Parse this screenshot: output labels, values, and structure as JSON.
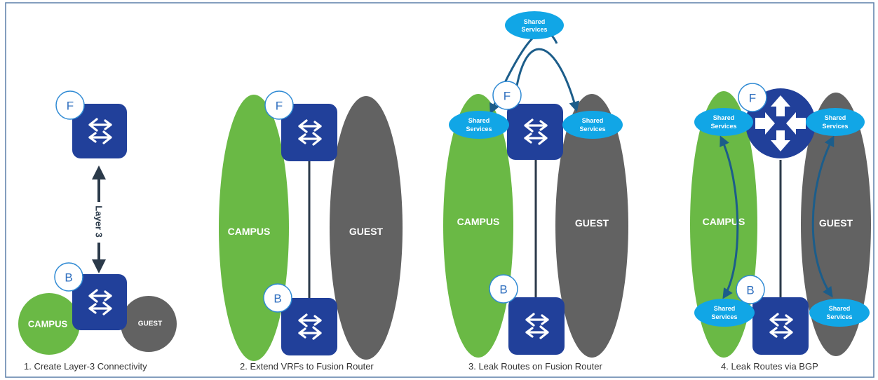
{
  "colors": {
    "campus": "#6ab945",
    "guest": "#626262",
    "device": "#21409a",
    "shared_services": "#11a6e6",
    "arrow_dark": "#2b3a4a",
    "arrow_blue": "#1c5d8a"
  },
  "labels": {
    "fusion_badge": "F",
    "border_badge": "B",
    "campus": "CAMPUS",
    "guest": "GUEST",
    "layer3": "Layer 3",
    "shared_line1": "Shared",
    "shared_line2": "Services"
  },
  "icons": {
    "switch": "switch-icon",
    "router": "router-icon"
  },
  "steps": [
    {
      "caption": "1.  Create Layer-3 Connectivity"
    },
    {
      "caption": "2.  Extend VRFs to Fusion Router"
    },
    {
      "caption": "3.  Leak Routes on Fusion Router"
    },
    {
      "caption": "4.  Leak Routes via BGP"
    }
  ]
}
